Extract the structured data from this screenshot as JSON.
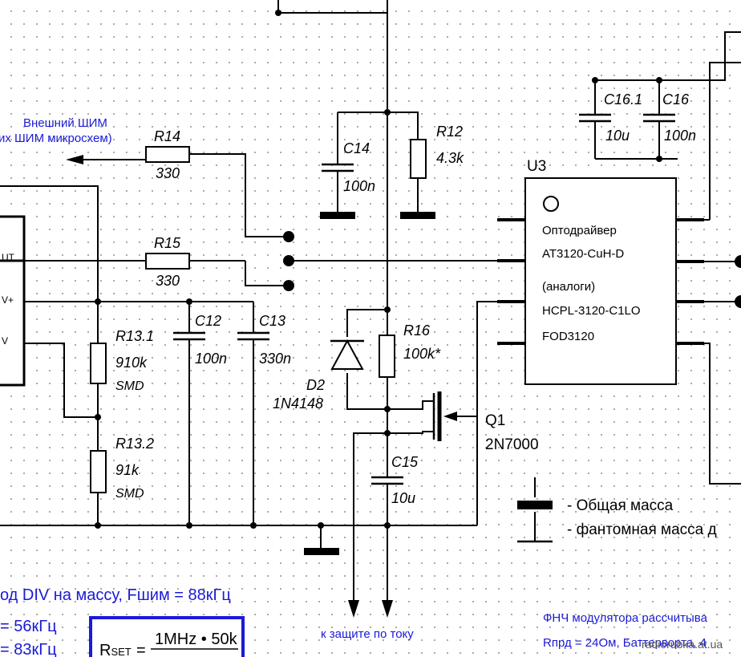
{
  "components": {
    "r14": {
      "ref": "R14",
      "value": "330"
    },
    "r15": {
      "ref": "R15",
      "value": "330"
    },
    "r12": {
      "ref": "R12",
      "value": "4.3k"
    },
    "r13_1": {
      "ref": "R13.1",
      "value": "910k",
      "package": "SMD"
    },
    "r13_2": {
      "ref": "R13.2",
      "value": "91k",
      "package": "SMD"
    },
    "r16": {
      "ref": "R16",
      "value": "100k*"
    },
    "c12": {
      "ref": "C12",
      "value": "100n"
    },
    "c13": {
      "ref": "C13",
      "value": "330n"
    },
    "c14": {
      "ref": "C14",
      "value": "100n"
    },
    "c15": {
      "ref": "C15",
      "value": "10u"
    },
    "c16_1": {
      "ref": "C16.1",
      "value": "10u"
    },
    "c16": {
      "ref": "C16",
      "value": "100n"
    },
    "d2": {
      "ref": "D2",
      "value": "1N4148"
    },
    "q1": {
      "ref": "Q1",
      "value": "2N7000"
    }
  },
  "u3": {
    "ref": "U3",
    "lines": [
      "Оптодрайвер",
      "AT3120-CuH-D",
      "(аналоги)",
      "HCPL-3120-C1LO",
      "FOD3120"
    ]
  },
  "left_ic": {
    "pin1": "UT",
    "pin2": "V+",
    "pin3": "V"
  },
  "annotations": {
    "pwm_line1": "Внешний ШИМ",
    "pwm_line2": "их ШИМ микросхем)",
    "to_protection": "к защите по току",
    "div_note": "од DIV на массу, Fшим = 88кГц",
    "freq1": "= 56кГц",
    "freq2": "= 83кГц",
    "lpf_note": "ФНЧ модулятора рассчитыва",
    "rprd_note": "Rпрд = 24Ом, Баттерворта, 4"
  },
  "legend": {
    "common_ground": "- Общая масса",
    "phantom_ground": "- фантомная масса д"
  },
  "formula": {
    "lhs": "R",
    "lhs_sub": "SET",
    "eq": "=",
    "numerator": "1MHz • 50k"
  },
  "watermark": "radiorubka.at.ua"
}
